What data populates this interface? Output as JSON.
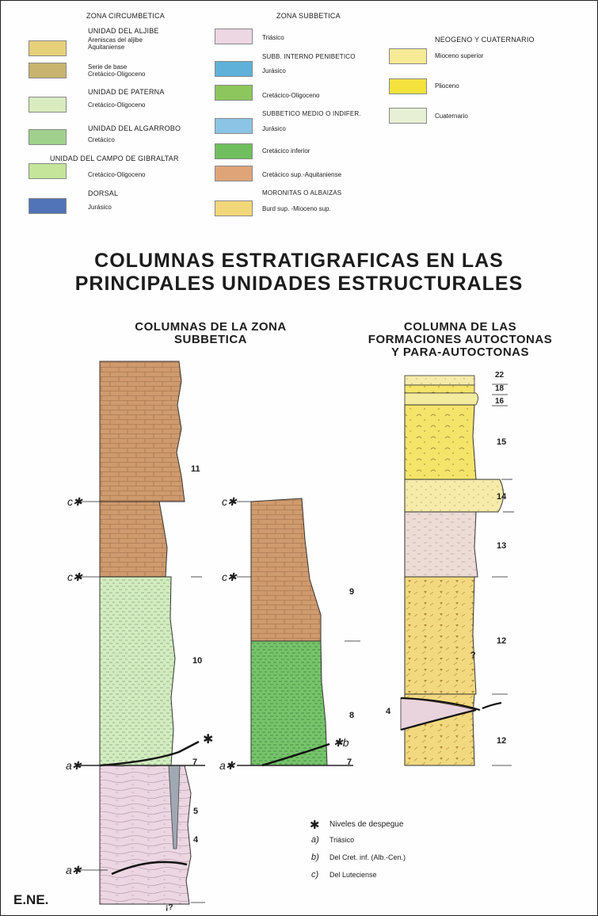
{
  "legend": {
    "circumbetica": {
      "heading": "ZONA CIRCUMBETICA",
      "items": [
        {
          "group": "UNIDAD DEL ALJIBE",
          "label": "Areniscas del aljibe\nAquitaniense",
          "color": "#e6d07a"
        },
        {
          "group": "",
          "label": "Serie de base\nCretácico-Oligoceno",
          "color": "#c8b46e"
        },
        {
          "group": "UNIDAD DE PATERNA",
          "label": "Cretácico-Oligoceno",
          "color": "#d9ecc0"
        },
        {
          "group": "UNIDAD DEL ALGARROBO",
          "label": "Cretácico",
          "color": "#9fd18c"
        },
        {
          "group": "UNIDAD DEL CAMPO DE GIBRALTAR",
          "label": "Cretácico-Oligoceno",
          "color": "#c5e59a"
        },
        {
          "group": "DORSAL",
          "label": "Jurásico",
          "color": "#5173b8"
        }
      ]
    },
    "subbetica": {
      "heading": "ZONA SUBBETICA",
      "items": [
        {
          "group": "",
          "label": "Triásico",
          "color": "#ecd7e3"
        },
        {
          "group": "SUBB. INTERNO PENIBETICO",
          "label": "Jurásico",
          "color": "#5fb1d9"
        },
        {
          "group": "",
          "label": "Cretácico-Oligoceno",
          "color": "#8cc65c"
        },
        {
          "group": "SUBBETICO MEDIO O INDIFER.",
          "label": "Jurásico",
          "color": "#8cc4e6"
        },
        {
          "group": "",
          "label": "Cretácico inferior",
          "color": "#6fbf5e"
        },
        {
          "group": "",
          "label": "Cretácico sup.-Aquitaniense",
          "color": "#dfa578"
        },
        {
          "group": "MORONITAS O ALBAIZAS",
          "label": "Burd sup. -Mioceno sup.",
          "color": "#f2d77a"
        }
      ]
    },
    "neogeno": {
      "heading": "NEOGENO Y CUATERNARIO",
      "items": [
        {
          "label": "Mioceno superior",
          "color": "#f6ea95"
        },
        {
          "label": "Plioceno",
          "color": "#f4e23d"
        },
        {
          "label": "Cuaternario",
          "color": "#e7f0d4"
        }
      ]
    }
  },
  "title": "COLUMNAS ESTRATIGRAFICAS EN LAS\nPRINCIPALES UNIDADES ESTRUCTURALES",
  "subtitles": {
    "left": "COLUMNAS DE LA ZONA\nSUBBETICA",
    "right": "COLUMNA DE LAS\nFORMACIONES AUTOCTONAS\nY PARA-AUTOCTONAS"
  },
  "column_labels": {
    "col1": [
      "11",
      "10",
      "7",
      "5",
      "4",
      "¡?"
    ],
    "col2": [
      "9",
      "8",
      "7"
    ],
    "col3": [
      "22",
      "18",
      "16",
      "15",
      "14",
      "13",
      "12",
      "?",
      "4",
      "12"
    ],
    "marks": {
      "c": "c✱",
      "a": "a✱",
      "b": "✱b",
      "star": "✱"
    }
  },
  "notes": {
    "title": "Niveles de despegue",
    "items": [
      {
        "key": "a)",
        "text": "Triásico"
      },
      {
        "key": "b)",
        "text": "Del Cret. inf. (Alb.-Cen.)"
      },
      {
        "key": "c)",
        "text": "Del Luteciense"
      }
    ]
  },
  "footer": "E.NE.",
  "colors": {
    "brown": "#cf9a6e",
    "light_green": "#d3ecbf",
    "green": "#76c46a",
    "pink": "#ecd6e2",
    "yellow": "#f5e46a",
    "pale_yellow": "#f6eba9",
    "mioceno": "#f2d97f"
  }
}
